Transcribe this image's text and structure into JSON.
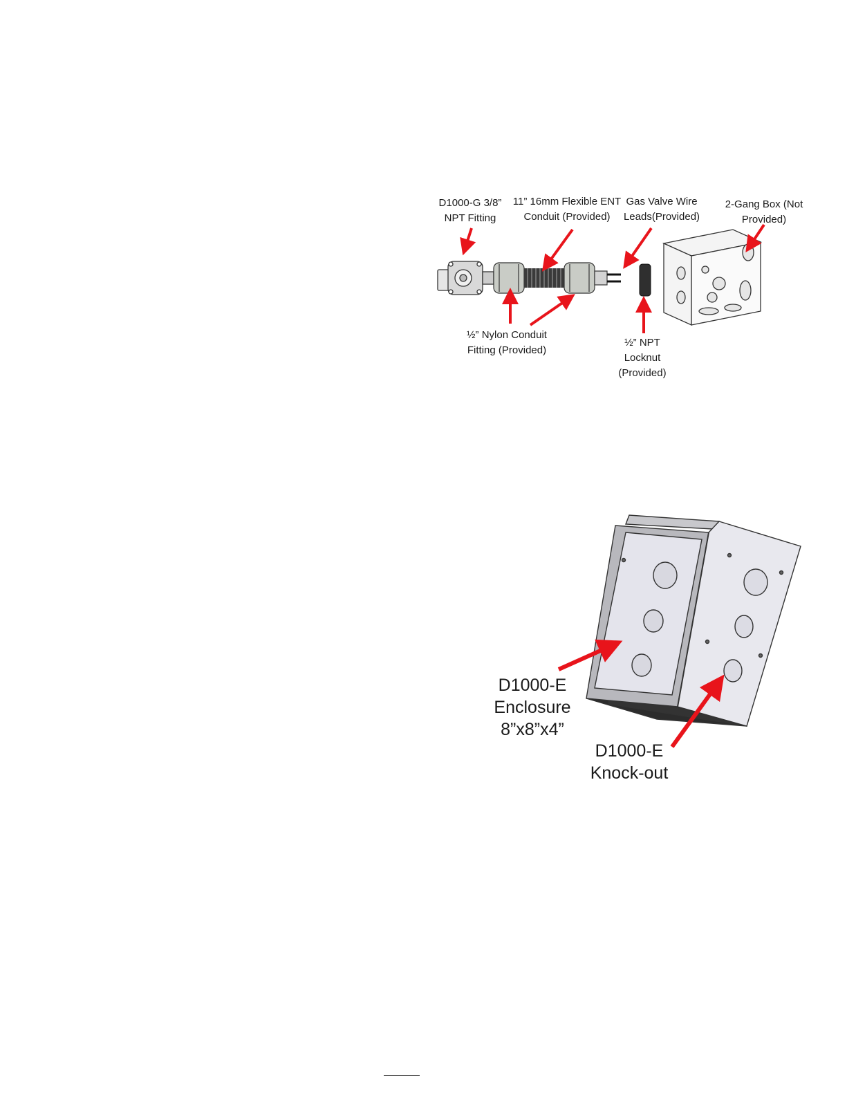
{
  "diagram1": {
    "labels": {
      "fitting": [
        "D1000-G 3/8”",
        "NPT Fitting"
      ],
      "conduit": [
        "11” 16mm Flexible ENT",
        "Conduit (Provided)"
      ],
      "wire_leads": [
        "Gas Valve Wire",
        "Leads(Provided)"
      ],
      "gang_box": [
        "2-Gang Box (Not",
        "Provided)"
      ],
      "nylon_fitting": [
        "½” Nylon Conduit",
        "Fitting (Provided)"
      ],
      "locknut": [
        "½” NPT",
        "Locknut",
        "(Provided)"
      ]
    }
  },
  "diagram2": {
    "labels": {
      "enclosure": [
        "D1000-E",
        "Enclosure",
        "8”x8”x4”"
      ],
      "knockout": [
        "D1000-E",
        "Knock-out"
      ]
    }
  },
  "colors": {
    "arrow": "#e8141b",
    "metal": "#d6d7da",
    "panel": "#e4e4ec",
    "outline": "#333333"
  }
}
